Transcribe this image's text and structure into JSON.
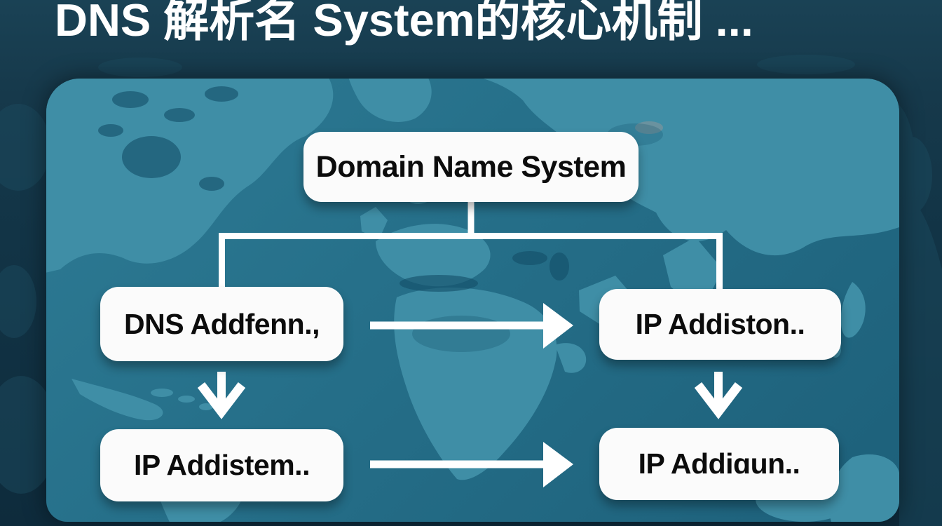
{
  "title": "DNS 解析名 System的核心机制 ...",
  "diagram": {
    "root": {
      "label": "Domain Name System"
    },
    "nodes": [
      {
        "id": "dns-address",
        "label": "DNS Addfenn.,"
      },
      {
        "id": "ip-address-1",
        "label": "IP Addiston.."
      },
      {
        "id": "ip-address-2",
        "label": "IP Addistem.."
      },
      {
        "id": "ip-address-3",
        "label": "IP Addiɑun.."
      }
    ]
  },
  "icons": {
    "arrow_right": "→",
    "arrow_down": "↓"
  },
  "colors": {
    "outer_background": "#123446",
    "outer_land": "#1b4a5e",
    "panel_ocean": "#26708a",
    "panel_land": "#3f8ea6",
    "panel_land_dark": "#14506a",
    "node_background": "#fbfbfb",
    "node_text": "#0c0c0c",
    "connector": "#ffffff",
    "title_text": "#ffffff"
  }
}
